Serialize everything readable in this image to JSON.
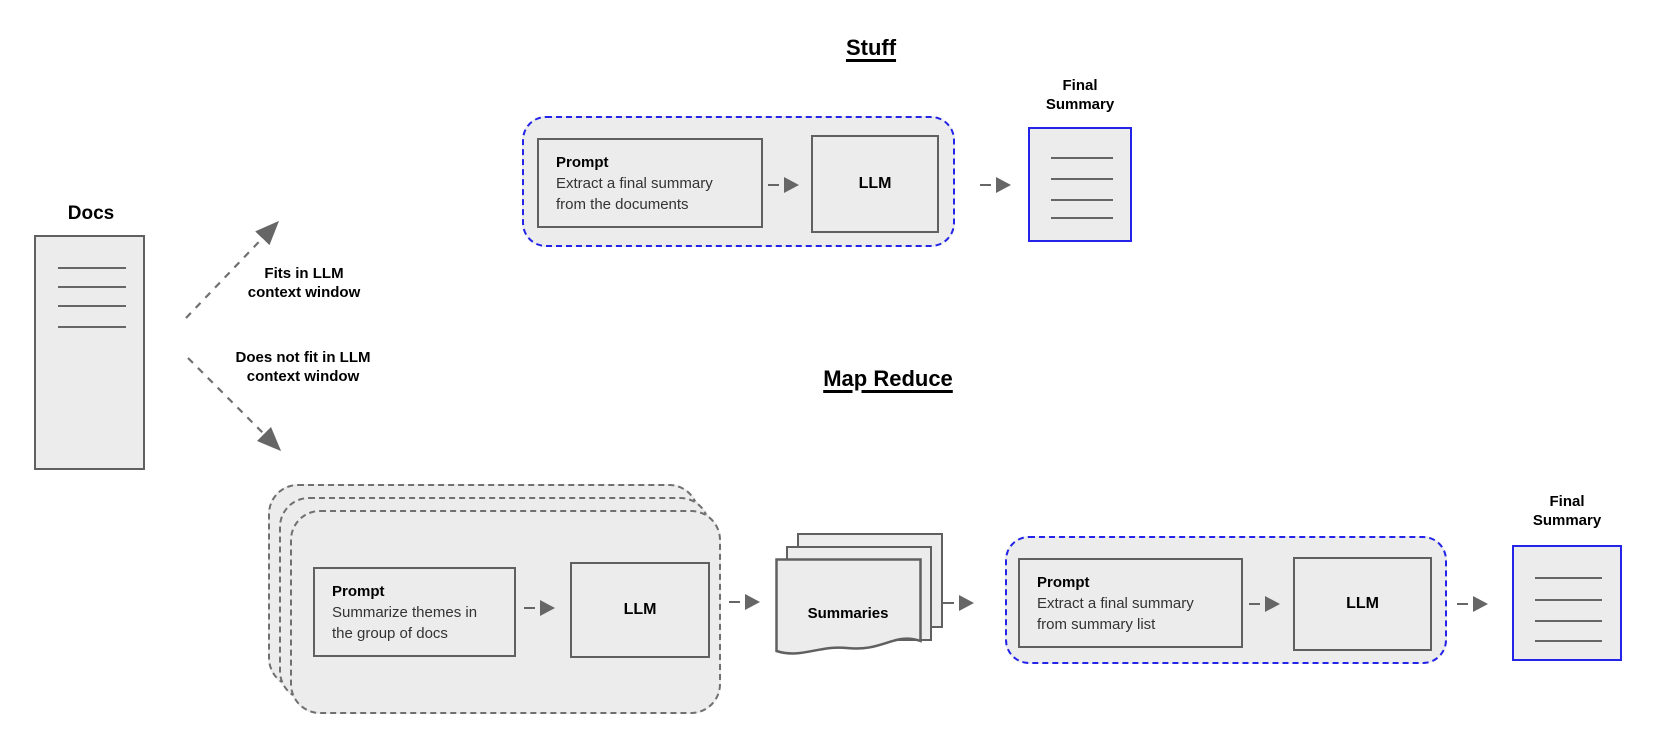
{
  "colors": {
    "accent_blue": "#2424e8",
    "fill_gray": "#ececec",
    "border_gray": "#606060",
    "dash_gray": "#707070",
    "arrow_gray": "#666666"
  },
  "docs": {
    "label": "Docs"
  },
  "branch_labels": {
    "fits": "Fits in LLM\ncontext window",
    "does_not_fit": "Does not fit in LLM\ncontext window"
  },
  "stuff": {
    "title": "Stuff",
    "prompt_title": "Prompt",
    "prompt_body": "Extract a final summary from the documents",
    "llm_label": "LLM",
    "final_summary_label": "Final\nSummary"
  },
  "map_reduce": {
    "title": "Map Reduce",
    "prompt_title": "Prompt",
    "prompt_body": "Summarize themes in the group of docs",
    "llm_label": "LLM",
    "summaries_label": "Summaries",
    "reduce_prompt_title": "Prompt",
    "reduce_prompt_body": "Extract a final summary from summary list",
    "reduce_llm_label": "LLM",
    "final_summary_label": "Final\nSummary"
  }
}
